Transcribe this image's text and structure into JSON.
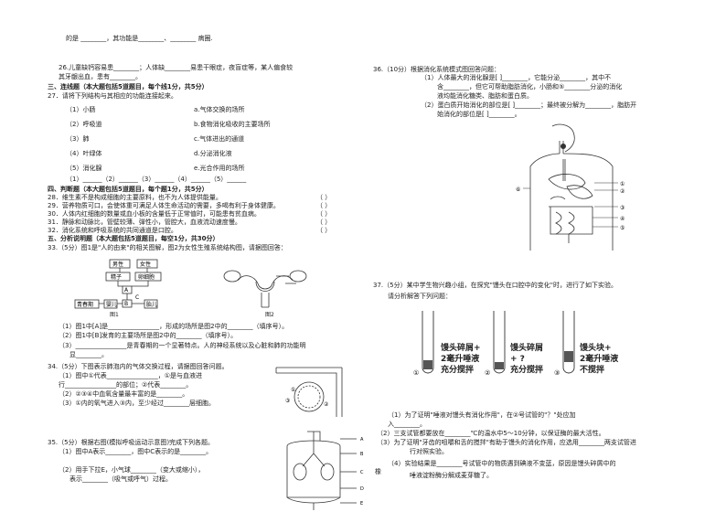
{
  "top_line": "的是 ________，其功能是________、________ 病圈.",
  "q26": {
    "l1": "26.儿童缺钙容易患________；人体缺________易患干眼症，夜盲症等，某人偏食较",
    "l2": "其牙龈出血，患有________。"
  },
  "s3": {
    "title": "三、连线题（本大题包括5道题目，每个线1分，共5分）",
    "q27": "27．请将下列结构与其相应的功能连接起来。",
    "left": [
      "（1）小肠",
      "（2）呼吸道",
      "（3）肺",
      "（4）叶绿体",
      "（5）消化腺"
    ],
    "right": [
      "a.气体交换的场所",
      "b.食物消化吸收的主要场所",
      "c.气体进出的通道",
      "d.分泌消化液",
      "e.光合作用的场所"
    ],
    "answer_line": "（1）______（2）______（3）______（4）______（5）______"
  },
  "s4": {
    "title": "四、判断题（本大题包括5道题目，每个题1分，共5分）",
    "items": [
      "28．维生素不是构成细胞的主要原料，也不为人体提供能量。",
      "29．营养物质可口，会使体重可满足人体生命活动的需要，多喝有利于身体健康。",
      "30．人体内红细胞的数量或血小板的含量低于正常值时，可能患有贫血病。",
      "31．静脉和动脉比，管壁较薄、弹性小，管腔大，血液流动速度慢。",
      "32．消化系统和呼吸系统的共同通道是口腔。"
    ],
    "bracket": "（      ）"
  },
  "s5": {
    "title": "五、分析说明题（本大题包括5道题目，每空1分，共30分）",
    "q33": {
      "intro": "33.（5分）图1是\"人的由来\"的相关图解，图2为女性生殖系统结构图，请据图回答：",
      "boxes": [
        "男性",
        "女性",
        "精子",
        "卵细胞",
        "A",
        "B",
        "青春期",
        "婴儿",
        "胎儿",
        "C"
      ],
      "fig1": "图1",
      "fig2": "图2",
      "q1": "（1）图1中[A]是________________，形成的场所是图2中的________（填序号）。",
      "q2": "（2）图1中[B]发育的主要场所是图2中的________（填序号）。",
      "q3a": "（3）________________是青春期的一个显著特点。人的神经系统以及心脏和肺的功能明",
      "q3b": "显________。"
    },
    "q34": {
      "intro": "34.（5分）下图表示肺泡内的气体交换过程，请据图回答问题。",
      "q1": "（1）图中①代表________________，①是与血液进",
      "q1b": "行________________的部位；②代表________。",
      "q2": "（2）②③④中血氧含量最丰富的是________。",
      "q3": "（3）①内的氧气进入③内，至少经过________层细胞。"
    },
    "q35": {
      "intro": "35.（5分）根据右图(模拟呼吸运动示意图)完成下列各题。",
      "q1": "（1）图中A表示________，图中C表示的是________。",
      "q2": "（2）用手下拉E，小气球________（变大或缩小），",
      "q3": "表示________（吸气或呼气）过程。",
      "labels": [
        "A",
        "B",
        "C",
        "D",
        "E"
      ],
      "side_note": "橡"
    }
  },
  "q36": {
    "intro": "36.（10分）根据消化系统模式图回答问题：",
    "q1a": "（1）人体最大的消化腺是[   ]________，它能分泌________，其中不",
    "q1b": "含________，但它可帮助脂肪消化，小肠和⑤________分泌的消化",
    "q1c": "液均能消化糖类、脂肪和蛋白质。",
    "q2a": "（2）蛋白质开始消化的部位是[   ]________；最终被分解为________，脂肪开",
    "q2b": "始消化的部位是[   ]________。",
    "labels": [
      "①",
      "②",
      "③",
      "④",
      "⑤",
      "⑥"
    ]
  },
  "q37": {
    "intro": "37.（5分）某中学生物兴趣小组，在探究\"馒头在口腔中的变化\"时，进行了如下实验。",
    "intro2": "请分析解答下列问题：",
    "tubes": [
      {
        "label1": "馒头碎屑+",
        "label2": "2毫升唾液",
        "label3": "充分搅拌",
        "num": "①"
      },
      {
        "label1": "馒头碎屑",
        "label2": "+ ?",
        "label3": "充分搅拌",
        "num": "②"
      },
      {
        "label1": "馒头块+",
        "label2": "2毫升唾液",
        "label3": "不搅拌",
        "num": "③"
      }
    ],
    "q1": "（1）为了证明\"唾液对馒头有消化作用\"，在②号试管的\"？\"处应加",
    "q1b": "入________。",
    "q2": "（2）三支试管都要放在________℃的温水中5～10分钟，以保证酶的最大活性。",
    "q3": "（3）为了证明\"牙齿的咀嚼和舌的搅拌\"有助于馒头的消化作用，应选用________两支试管进",
    "q3b": "行对照实验。",
    "q4": "（4）实验结果是________号试管中的物质遇到碘液不变蓝，原因是馒头碎屑中的",
    "q4b": "唾液淀粉酶分解成麦芽糖了。"
  }
}
